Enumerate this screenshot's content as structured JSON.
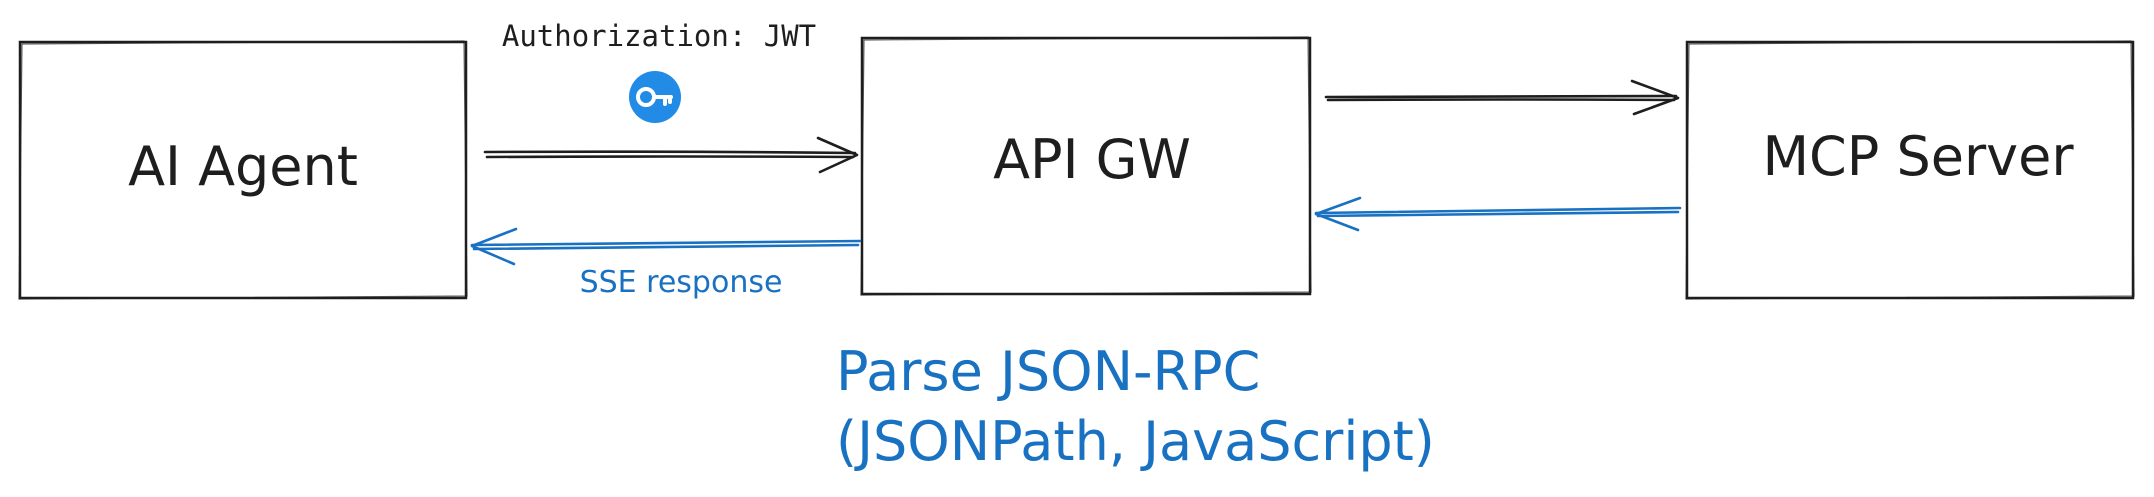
{
  "nodes": {
    "agent": "AI Agent",
    "gateway": "API GW",
    "server": "MCP Server"
  },
  "edges": {
    "auth_label": "Authorization: JWT",
    "sse_label": "SSE response"
  },
  "note": {
    "line1": "Parse JSON-RPC",
    "line2": "(JSONPath, JavaScript)"
  },
  "icons": {
    "auth": "key-icon"
  },
  "colors": {
    "stroke": "#1e1e1e",
    "accent": "#1971c2",
    "key_badge": "#228be6"
  }
}
